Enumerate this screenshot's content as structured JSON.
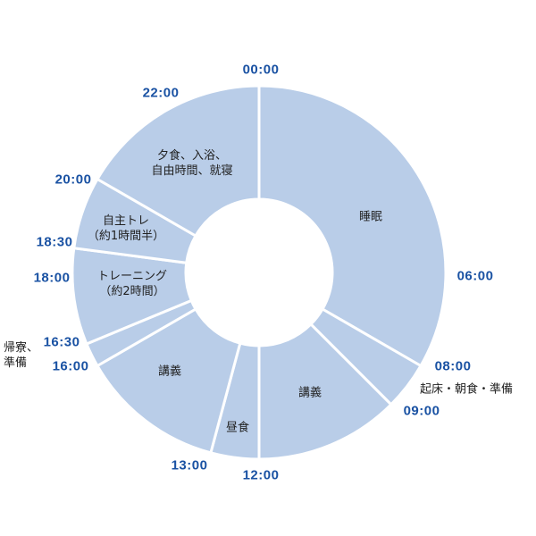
{
  "chart_data": {
    "type": "pie",
    "variant": "donut",
    "title": "",
    "fill_color": "#b9cde8",
    "tick_color": "#1a52a3",
    "range_hours": [
      0,
      24
    ],
    "segments": [
      {
        "label": "睡眠",
        "start": 0,
        "end": 8
      },
      {
        "label": "起床・朝食・準備",
        "start": 8,
        "end": 9
      },
      {
        "label": "講義",
        "start": 9,
        "end": 12
      },
      {
        "label": "昼食",
        "start": 12,
        "end": 13
      },
      {
        "label": "講義",
        "start": 13,
        "end": 16
      },
      {
        "label": "帰寮、準備",
        "start": 16,
        "end": 16.5
      },
      {
        "label": "トレーニング（約2時間）",
        "start": 16.5,
        "end": 18.5
      },
      {
        "label": "自主トレ（約1時間半）",
        "start": 18.5,
        "end": 20
      },
      {
        "label": "夕食、入浴、自由時間、就寝",
        "start": 20,
        "end": 24
      }
    ],
    "tick_labels": [
      "00:00",
      "06:00",
      "08:00",
      "09:00",
      "12:00",
      "13:00",
      "16:00",
      "16:30",
      "18:00",
      "18:30",
      "20:00",
      "22:00"
    ]
  },
  "labels": {
    "sleep": "睡眠",
    "wake": "起床・朝食・準備",
    "lecture1": "講義",
    "lunch": "昼食",
    "lecture2": "講義",
    "return_l1": "帰寮、",
    "return_l2": "準備",
    "training_l1": "トレーニング",
    "training_l2": "（約2時間）",
    "self_l1": "自主トレ",
    "self_l2": "（約1時間半）",
    "evening_l1": "夕食、入浴、",
    "evening_l2": "自由時間、就寝"
  }
}
